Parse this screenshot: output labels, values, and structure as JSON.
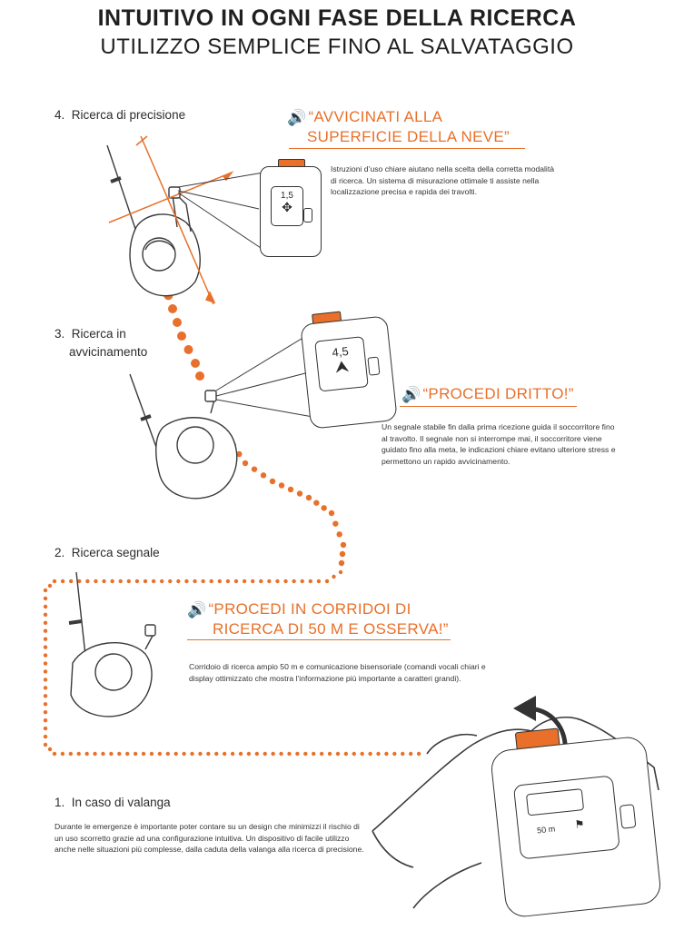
{
  "title": {
    "line1": "INTUITIVO IN OGNI FASE DELLA RICERCA",
    "line2": "UTILIZZO SEMPLICE FINO AL SALVATAGGIO"
  },
  "steps": [
    {
      "number": "4.",
      "label": "Ricerca di precisione",
      "quote_line1": "“AVVICINATI ALLA",
      "quote_line2": "SUPERFICIE DELLA NEVE”",
      "description": "Istruzioni d’uso chiare aiutano nella scelta della corretta modalità di ricerca. Un sistema di misurazione ottimale ti assiste nella localizzazione precisa e rapida dei travolti.",
      "display_value": "1,5"
    },
    {
      "number": "3.",
      "label_line1": "Ricerca in",
      "label_line2": "avvicinamento",
      "quote_line1": "“PROCEDI DRITTO!”",
      "description": "Un segnale stabile fin dalla prima ricezione guida il soccorritore fino al travolto. Il segnale non si interrompe mai, il soccorritore viene guidato fino alla meta, le indicazioni chiare evitano ulteriore stress e permettono un rapido avvicinamento.",
      "display_value": "4,5"
    },
    {
      "number": "2.",
      "label": "Ricerca segnale",
      "quote_line1": "“PROCEDI IN CORRIDOI DI",
      "quote_line2": "RICERCA DI 50 M E OSSERVA!”",
      "description": "Corridoio di ricerca ampio 50 m e comunicazione bisensoriale (comandi vocali chiari e display ottimizzato che mostra l’informazione più importante a caratteri grandi)."
    },
    {
      "number": "1.",
      "label": "In caso di valanga",
      "description": "Durante le emergenze è importante poter contare su un design che minimizzi il rischio di un uso scorretto grazie ad una configurazione intuitiva. Un dispositivo di facile utilizzo anche nelle situazioni più complesse, dalla caduta della valanga alla ricerca di precisione.",
      "display_value": "50 m"
    }
  ],
  "icons": [
    "speaker-icon",
    "move-cross-icon",
    "direction-arrow-icon",
    "flag-icon",
    "curved-arrow-icon"
  ],
  "colors": {
    "accent": "#e8702a",
    "text": "#2b2b2b",
    "line_art": "#3a3a3a"
  }
}
